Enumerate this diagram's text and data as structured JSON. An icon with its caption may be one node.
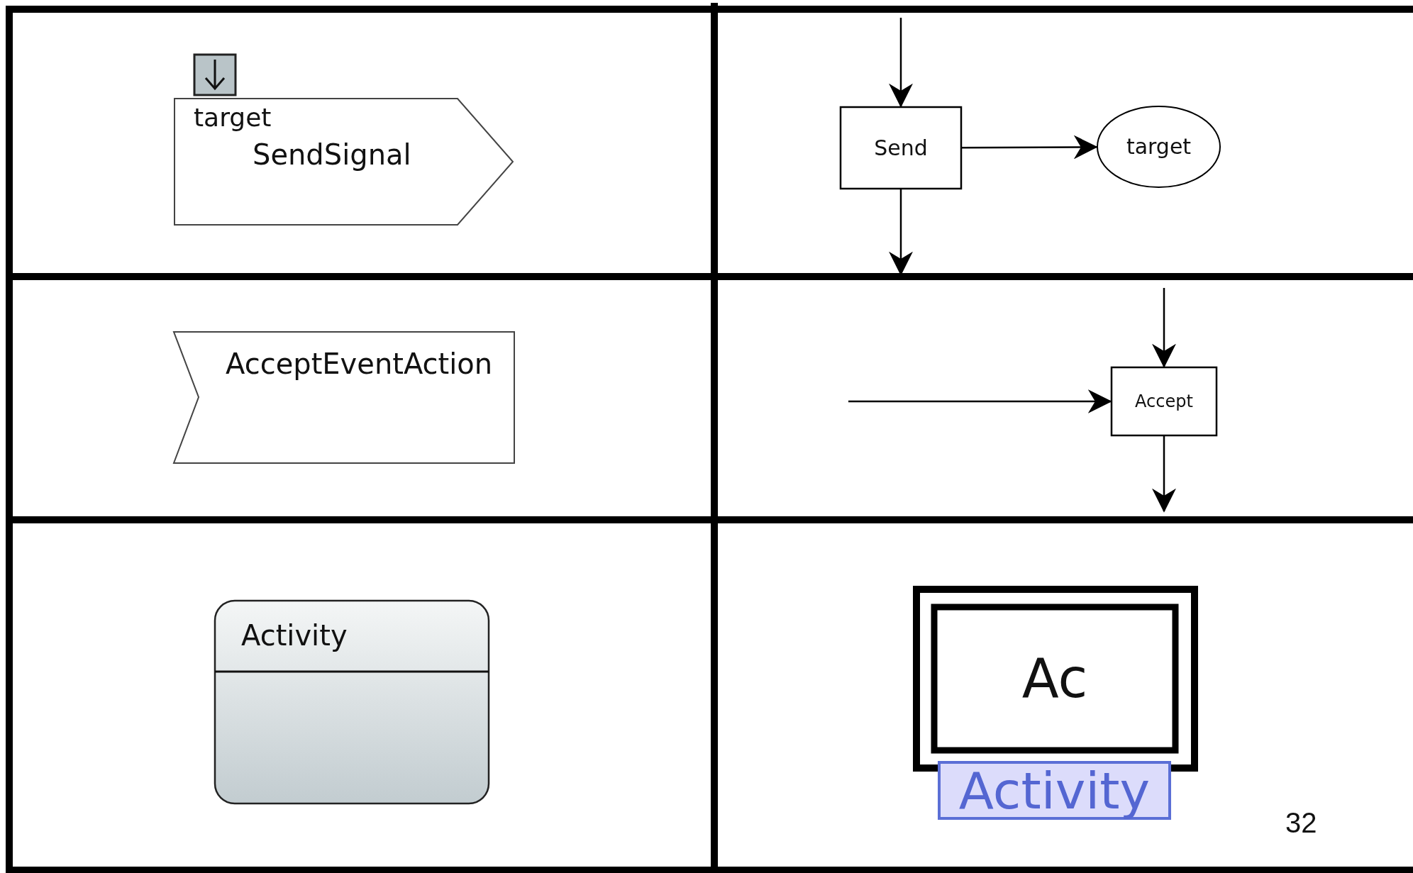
{
  "diagram": {
    "nodes": [
      {
        "text": [
          "target",
          "SendSignal"
        ]
      },
      {
        "text": [
          "Send"
        ]
      },
      {
        "text": [
          "target"
        ]
      },
      {
        "text": [
          "AcceptEventAction"
        ]
      },
      {
        "text": [
          "Accept"
        ]
      },
      {
        "text": [
          "Activity"
        ]
      },
      {
        "text": [],
        "shape": "box"
      },
      {
        "text": [
          "Ac"
        ],
        "in": 6
      },
      {
        "text": [
          "Activity"
        ]
      }
    ],
    "edges": [
      {
        "from": null,
        "to": 1,
        "arrow": "to"
      },
      {
        "from": 1,
        "to": 2,
        "arrow": "to"
      },
      {
        "from": 1,
        "to": null,
        "arrow": "to"
      },
      {
        "from": null,
        "to": 4,
        "arrow": "to"
      },
      {
        "from": null,
        "to": 4,
        "arrow": "to"
      },
      {
        "from": 4,
        "to": null,
        "arrow": "to"
      }
    ],
    "labels": [
      "32"
    ]
  }
}
